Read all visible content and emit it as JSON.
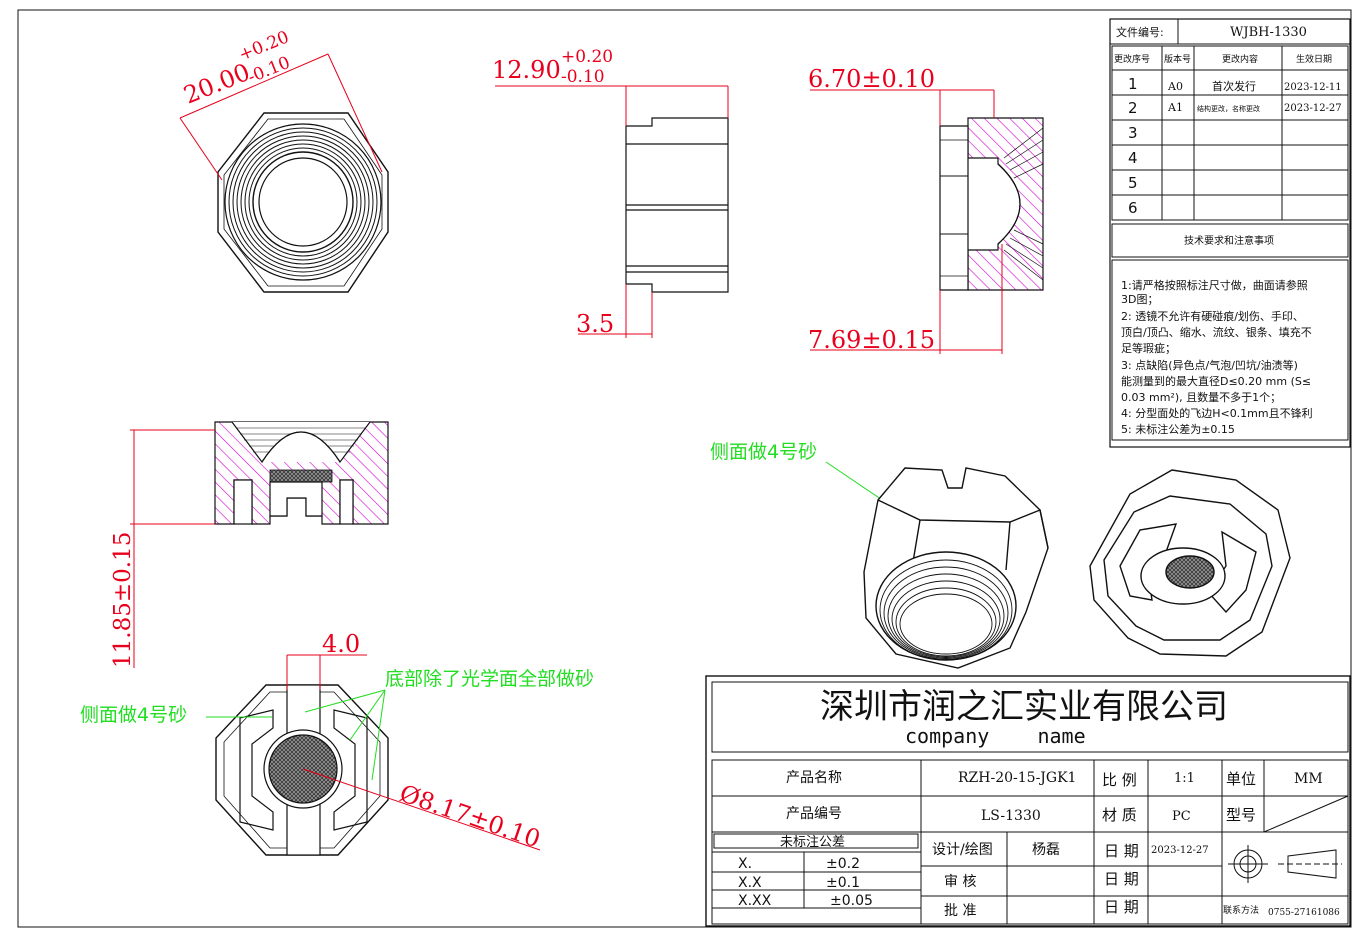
{
  "file_no": {
    "label": "文件编号:",
    "value": "WJBH-1330"
  },
  "revision_table": {
    "headers": [
      "更改序号",
      "版本号",
      "更改内容",
      "生效日期"
    ],
    "rows": [
      {
        "no": "1",
        "ver": "A0",
        "content": "首次发行",
        "date": "2023-12-11"
      },
      {
        "no": "2",
        "ver": "A1",
        "content": "结构更改，名称更改",
        "date": "2023-12-27"
      },
      {
        "no": "3",
        "ver": "",
        "content": "",
        "date": ""
      },
      {
        "no": "4",
        "ver": "",
        "content": "",
        "date": ""
      },
      {
        "no": "5",
        "ver": "",
        "content": "",
        "date": ""
      },
      {
        "no": "6",
        "ver": "",
        "content": "",
        "date": ""
      }
    ]
  },
  "tech_requirements": {
    "title": "技术要求和注意事项",
    "lines": [
      "1:请严格按照标注尺寸做，曲面请参照",
      "3D图；",
      "2: 透镜不允许有硬碰痕/划伤、手印、",
      "顶白/顶凸、缩水、流纹、银条、填充不",
      "足等瑕疵；",
      "3: 点缺陷(异色点/气泡/凹坑/油渍等)",
      "能测量到的最大直径D≤0.20 mm (S≤",
      "0.03 mm²), 且数量不多于1个；",
      "4: 分型面处的飞边H<0.1mm且不锋利",
      "5: 未标注公差为±0.15"
    ]
  },
  "dimensions": {
    "d_across_main": "20.00",
    "d_across_upper": "+0.20",
    "d_across_lower": "-0.10",
    "d_height_main": "12.90",
    "d_height_upper": "+0.20",
    "d_height_lower": "-0.10",
    "d_step": "3.5",
    "d_670": "6.70±0.10",
    "d_769": "7.69±0.15",
    "d_1185": "11.85±0.15",
    "d_40": "4.0",
    "d_817": "Ø8.17±0.10"
  },
  "notes": {
    "sand_side_top": "侧面做4号砂",
    "sand_side_bottom": "侧面做4号砂",
    "sand_bottom": "底部除了光学面全部做砂"
  },
  "title_block": {
    "company": "深圳市润之汇实业有限公司",
    "company_en": "company    name",
    "product_name_label": "产品名称",
    "product_name": "RZH-20-15-JGK1",
    "product_no_label": "产品编号",
    "product_no": "LS-1330",
    "scale_label": "比 例",
    "scale": "1:1",
    "unit_label": "单位",
    "unit": "MM",
    "material_label": "材 质",
    "material": "PC",
    "model_label": "型号",
    "model": "",
    "design_label": "设计/绘图",
    "designer": "杨磊",
    "date_label": "日 期",
    "date": "2023-12-27",
    "review_label": "审 核",
    "approve_label": "批 准",
    "contact_label": "联系方法",
    "contact": "0755-27161086",
    "tolerance_title": "未标注公差",
    "tolerances": [
      {
        "k": "X.",
        "v": "±0.2"
      },
      {
        "k": "X.X",
        "v": "±0.1"
      },
      {
        "k": "X.XX",
        "v": "±0.05"
      }
    ]
  },
  "colors": {
    "dim": "#e8001c",
    "note": "#22dd22",
    "hatch": "#d400d4",
    "line": "#111111"
  }
}
